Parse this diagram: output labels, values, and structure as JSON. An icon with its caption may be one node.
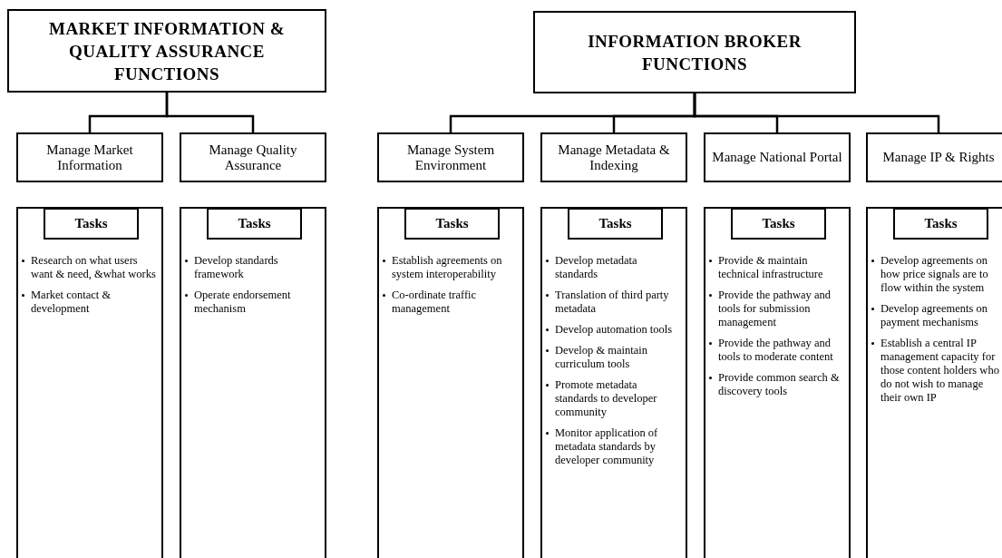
{
  "diagram": {
    "nodes": [
      {
        "text": [
          "MARKET INFORMATION & QUALITY ASSURANCE FUNCTIONS"
        ]
      },
      {
        "text": [
          "Manage Market Information"
        ]
      },
      {
        "text": [
          "Manage Quality Assurance"
        ]
      },
      {
        "text": [
          "INFORMATION BROKER FUNCTIONS"
        ]
      },
      {
        "text": [
          "Manage System Environment"
        ]
      },
      {
        "text": [
          "Manage Metadata & Indexing"
        ]
      },
      {
        "text": [
          "Manage National Portal"
        ]
      },
      {
        "text": [
          "Manage IP & Rights"
        ]
      },
      {
        "text": [
          "Research on what users want & need, &what works",
          "Market contact & development"
        ]
      },
      {
        "text": [
          "Tasks"
        ],
        "in": 8
      },
      {
        "text": [
          "Develop standards framework",
          "Operate endorsement mechanism"
        ]
      },
      {
        "text": [
          "Tasks"
        ],
        "in": 10
      },
      {
        "text": [
          "Establish agreements on system interoperability",
          "Co-ordinate traffic management"
        ]
      },
      {
        "text": [
          "Tasks"
        ],
        "in": 12
      },
      {
        "text": [
          "Develop metadata standards",
          "Translation of third party metadata",
          "Develop automation tools",
          "Develop & maintain curriculum tools",
          "Promote metadata standards to developer community",
          "Monitor application of metadata standards by developer community"
        ]
      },
      {
        "text": [
          "Tasks"
        ],
        "in": 14
      },
      {
        "text": [
          "Provide & maintain technical infrastructure",
          "Provide the pathway and tools for submission management",
          "Provide the pathway and tools to moderate content",
          "Provide common search & discovery tools"
        ]
      },
      {
        "text": [
          "Tasks"
        ],
        "in": 16
      },
      {
        "text": [
          "Develop agreements on how price signals are to flow within the system",
          "Develop agreements on payment mechanisms",
          "Establish a central IP management capacity for those content holders who do not wish to manage their own IP"
        ]
      },
      {
        "text": [
          "Tasks"
        ],
        "in": 18
      }
    ],
    "edges": [
      {
        "from": 0,
        "to": 1,
        "arrow": "none"
      },
      {
        "from": 0,
        "to": 2,
        "arrow": "none"
      },
      {
        "from": 3,
        "to": 4,
        "arrow": "none"
      },
      {
        "from": 3,
        "to": 5,
        "arrow": "none"
      },
      {
        "from": 3,
        "to": 6,
        "arrow": "none"
      },
      {
        "from": 3,
        "to": 7,
        "arrow": "none"
      }
    ]
  }
}
